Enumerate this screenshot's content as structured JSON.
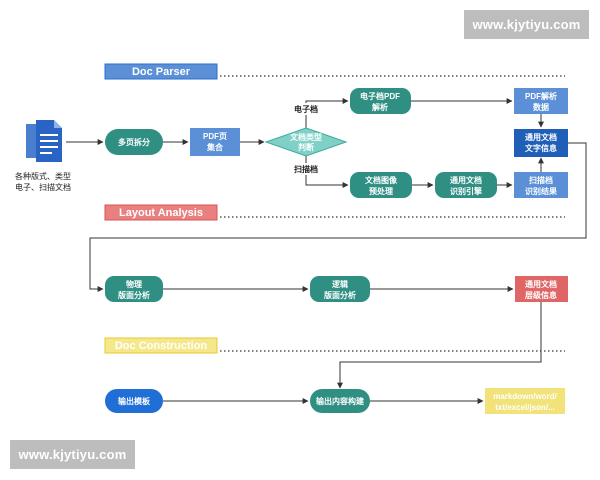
{
  "watermark": "www.kjytiyu.com",
  "sections": {
    "parser": "Doc Parser",
    "layout": "Layout Analysis",
    "construction": "Doc Construction"
  },
  "input_doc": [
    "各种版式、类型",
    "电子、扫描文档"
  ],
  "nodes": {
    "multi_page_split": "多页拆分",
    "pdf_pages": [
      "PDF页",
      "集合"
    ],
    "doc_type": [
      "文档类型",
      "判断"
    ],
    "electronic_pdf": [
      "电子档PDF",
      "解析"
    ],
    "pdf_data": [
      "PDF解析",
      "数据"
    ],
    "general_text": [
      "通用文档",
      "文字信息"
    ],
    "image_preproc": [
      "文档图像",
      "预处理"
    ],
    "recog_engine": [
      "通用文档",
      "识别引擎"
    ],
    "scan_result": [
      "扫描档",
      "识别结果"
    ],
    "physical_layout": [
      "物理",
      "版面分析"
    ],
    "logical_layout": [
      "逻辑",
      "版面分析"
    ],
    "hierarchy_info": [
      "通用文档",
      "层级信息"
    ],
    "output_template": "输出模板",
    "content_build": "输出内容构建",
    "formats": [
      "markdown/word/",
      "txt/excel/json/..."
    ]
  },
  "edge_labels": {
    "electronic": "电子档",
    "scanned": "扫描档"
  },
  "colors": {
    "teal": "#2f8f83",
    "blue": "#5b8fd6",
    "navy": "#1f5fb8",
    "red": "#e06666",
    "yellow": "#f2e27a",
    "diamond": "#7fd1c8",
    "section_blue": "#2b6fd1",
    "section_red": "#d9534f",
    "section_yellow": "#e6c930"
  }
}
